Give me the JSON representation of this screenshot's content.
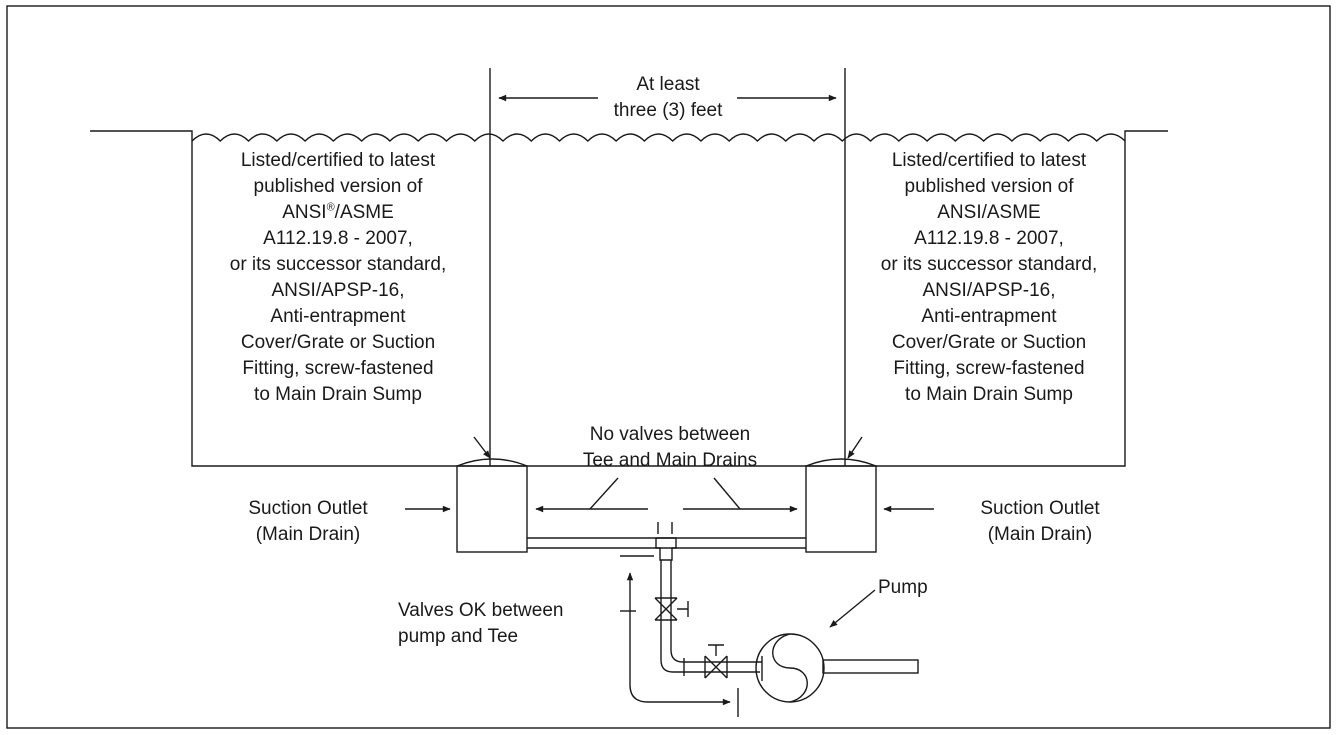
{
  "labels": {
    "distance": [
      "At least",
      "three (3) feet"
    ],
    "left_cover": [
      "Listed/certified to latest",
      "published version of",
      "ANSI",
      "®",
      "/ASME",
      "A112.19.8 - 2007,",
      "or its successor standard,",
      "ANSI/APSP-16,",
      "Anti-entrapment",
      "Cover/Grate or Suction",
      "Fitting, screw-fastened",
      "to Main Drain Sump"
    ],
    "right_cover": [
      "Listed/certified to latest",
      "published version of",
      "ANSI/ASME",
      "A112.19.8 - 2007,",
      "or its successor standard,",
      "ANSI/APSP-16,",
      "Anti-entrapment",
      "Cover/Grate or Suction",
      "Fitting, screw-fastened",
      "to Main Drain Sump"
    ],
    "no_valves": [
      "No valves between",
      "Tee and Main Drains"
    ],
    "left_outlet": [
      "Suction Outlet",
      "(Main Drain)"
    ],
    "right_outlet": [
      "Suction Outlet",
      "(Main Drain)"
    ],
    "valves_ok": [
      "Valves OK between",
      "pump and Tee"
    ],
    "pump": "Pump"
  },
  "colors": {
    "stroke": "#1a1a1a",
    "background": "#ffffff"
  }
}
